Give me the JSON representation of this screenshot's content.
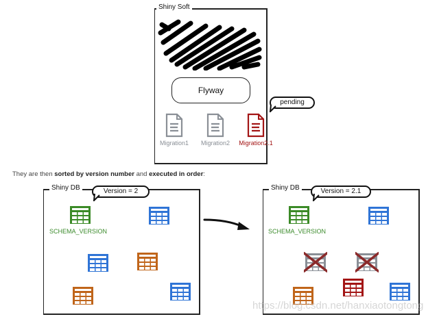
{
  "top_panel": {
    "title": "Shiny Soft",
    "flyway_label": "Flyway",
    "pending_bubble": "pending",
    "migrations": [
      {
        "label": "Migration1",
        "color": "#8a8f96",
        "state": "applied"
      },
      {
        "label": "Migration2",
        "color": "#8a8f96",
        "state": "applied"
      },
      {
        "label": "Migration2.1",
        "color": "#a31515",
        "state": "pending"
      }
    ]
  },
  "caption": {
    "part1": "They are then ",
    "bold1": "sorted by version number",
    "part2": " and ",
    "bold2": "executed in order",
    "part3": ":"
  },
  "left_db": {
    "title": "Shiny DB",
    "version_bubble": "Version = 2",
    "schema_label": "SCHEMA_VERSION",
    "tables": [
      {
        "color": "#3b8a27",
        "role": "schema-version"
      },
      {
        "color": "#2f74d6"
      },
      {
        "color": "#2f74d6"
      },
      {
        "color": "#c0651a"
      },
      {
        "color": "#c0651a"
      },
      {
        "color": "#2f74d6"
      }
    ]
  },
  "right_db": {
    "title": "Shiny DB",
    "version_bubble": "Version = 2.1",
    "schema_label": "SCHEMA_VERSION",
    "tables": [
      {
        "color": "#3b8a27",
        "role": "schema-version"
      },
      {
        "color": "#2f74d6"
      },
      {
        "color": "#8a8f96",
        "crossed": true
      },
      {
        "color": "#8a8f96",
        "crossed": true
      },
      {
        "color": "#c0651a"
      },
      {
        "color": "#a31515"
      },
      {
        "color": "#2f74d6"
      }
    ]
  },
  "colors": {
    "schema_green": "#3b8a27",
    "table_blue": "#2f74d6",
    "table_orange": "#c0651a",
    "pending_red": "#a31515",
    "applied_gray": "#8a8f96",
    "cross_red": "#8b2a2a"
  },
  "watermark": "https://blog.csdn.net/hanxiaotongtong"
}
